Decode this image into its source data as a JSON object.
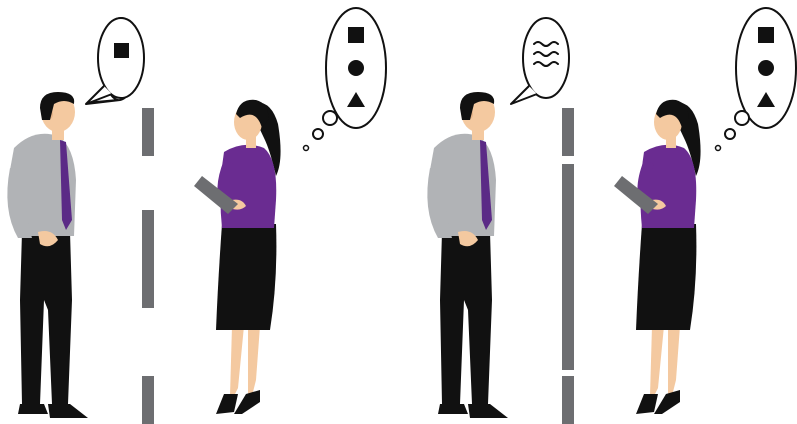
{
  "colors": {
    "background": "#ffffff",
    "barrier": "#6d6e71",
    "shirt_man": "#b1b3b6",
    "tie": "#5b2a86",
    "blouse_woman": "#6a2c91",
    "dark": "#111111",
    "skin": "#f4c9a0"
  },
  "scenes": [
    {
      "id": "left-scene",
      "barrier_type": "dashed-gaps",
      "speaker_bubble": {
        "type": "speech",
        "symbols": [
          "square"
        ]
      },
      "listener_bubble": {
        "type": "thought",
        "symbols": [
          "square",
          "circle",
          "triangle"
        ]
      }
    },
    {
      "id": "right-scene",
      "barrier_type": "mostly-solid",
      "speaker_bubble": {
        "type": "speech",
        "symbols": [
          "wavy-lines"
        ]
      },
      "listener_bubble": {
        "type": "thought",
        "symbols": [
          "square",
          "circle",
          "triangle"
        ]
      }
    }
  ]
}
